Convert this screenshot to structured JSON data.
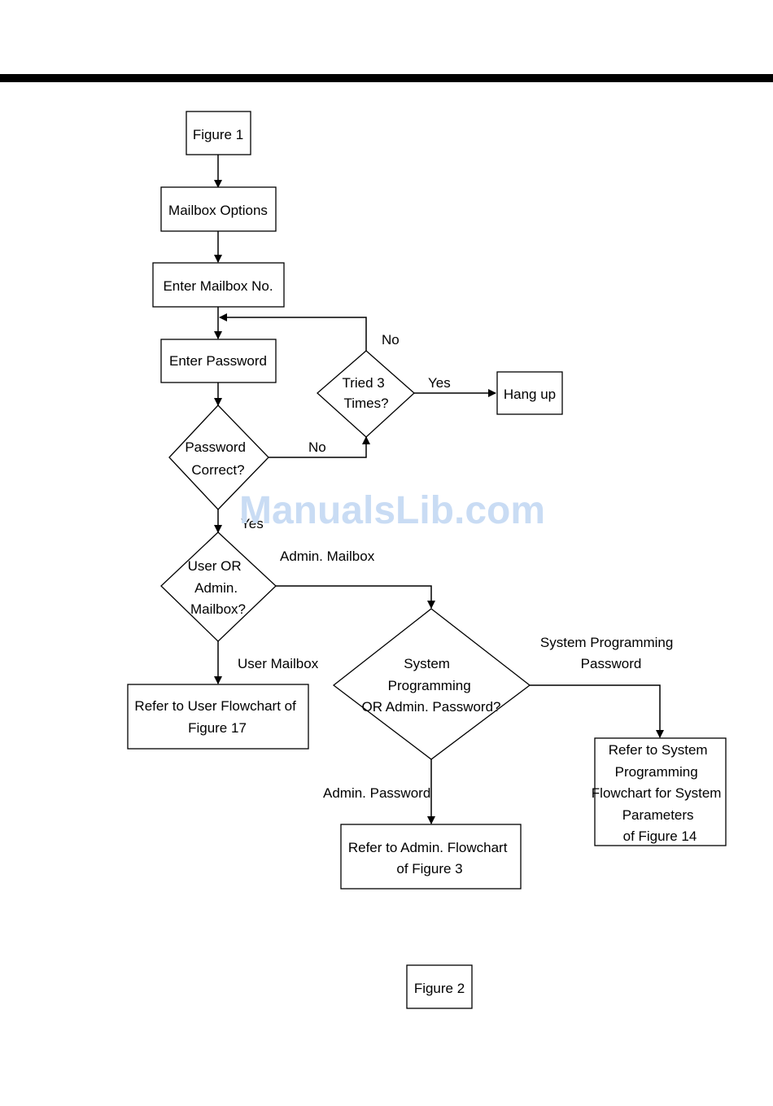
{
  "watermark": "ManualsLib.com",
  "nodes": {
    "figure1": [
      "Figure 1"
    ],
    "mailbox_options": [
      "Mailbox Options"
    ],
    "enter_mailbox": [
      "Enter Mailbox No."
    ],
    "enter_password": [
      "Enter Password"
    ],
    "password_correct": [
      "Password",
      "Correct?"
    ],
    "tried3": [
      "Tried 3",
      "Times?"
    ],
    "hang_up": [
      "Hang up"
    ],
    "user_or_admin": [
      "User OR",
      "Admin.",
      "Mailbox?"
    ],
    "user_flowchart": [
      "Refer to User Flowchart of",
      "Figure 17"
    ],
    "sys_or_admin": [
      "System",
      "Programming",
      "OR Admin. Password?"
    ],
    "admin_flowchart": [
      "Refer to Admin. Flowchart",
      "of Figure 3"
    ],
    "sys_flowchart": [
      "Refer to System",
      "Programming",
      "Flowchart for System",
      "Parameters",
      "of Figure 14"
    ],
    "figure2": [
      "Figure 2"
    ]
  },
  "edge_labels": {
    "tried_no": [
      "No"
    ],
    "tried_yes": [
      "Yes"
    ],
    "password_no": [
      "No"
    ],
    "password_yes": [
      "Yes"
    ],
    "admin_mailbox": [
      "Admin. Mailbox"
    ],
    "user_mailbox": [
      "User Mailbox"
    ],
    "sys_prog_password": [
      "System Programming",
      "Password"
    ],
    "admin_password": [
      "Admin. Password"
    ]
  }
}
